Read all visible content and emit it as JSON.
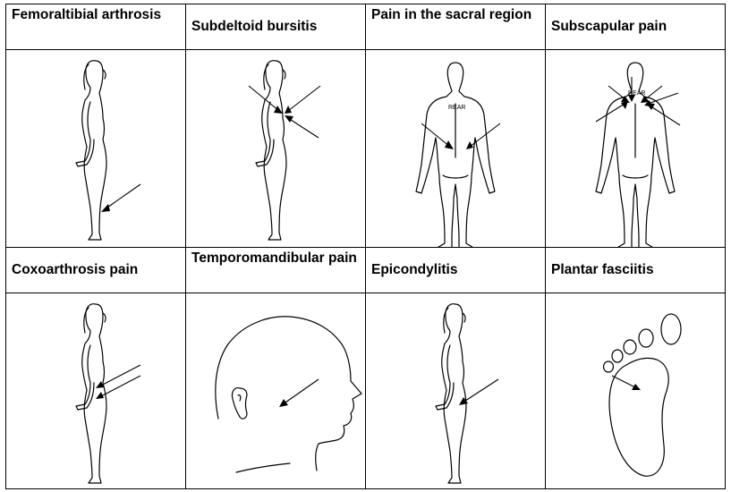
{
  "cells": [
    {
      "label": "Femoraltibial arthrosis",
      "icon": "standing-woman-side-icon"
    },
    {
      "label": "Subdeltoid bursitis",
      "icon": "standing-woman-side-icon"
    },
    {
      "label": "Pain in the sacral region",
      "icon": "man-rear-view-icon",
      "figure_text": "REAR"
    },
    {
      "label": "Subscapular pain",
      "icon": "man-rear-view-icon",
      "figure_text": "REAR"
    },
    {
      "label": "Coxoarthrosis pain",
      "icon": "standing-woman-side-icon"
    },
    {
      "label": "Temporomandibular pain",
      "icon": "head-profile-icon"
    },
    {
      "label": "Epicondylitis",
      "icon": "standing-woman-side-icon"
    },
    {
      "label": "Plantar fasciitis",
      "icon": "footprint-icon"
    }
  ]
}
